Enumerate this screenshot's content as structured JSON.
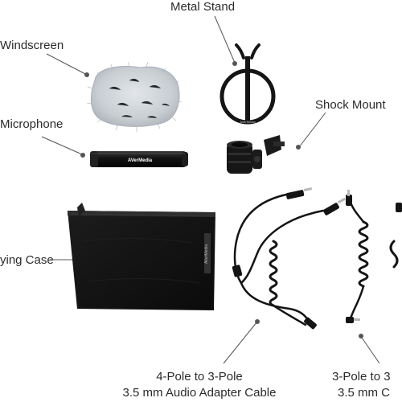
{
  "labels": {
    "metal_stand": "Metal Stand",
    "windscreen": "Windscreen",
    "shock_mount": "Shock Mount",
    "microphone": "Microphone",
    "carrying_case": "ying Case",
    "adapter_cable_line1": "4-Pole to 3-Pole",
    "adapter_cable_line2": "3.5 mm Audio Adapter Cable",
    "coiled_cable_line1": "3-Pole to 3",
    "coiled_cable_line2": "3.5 mm C"
  },
  "brand_marks": {
    "microphone": "AVerMedia",
    "stand": "AVerMedia",
    "case_tag": "AVerMedia"
  },
  "colors": {
    "label_text": "#2b2b2b",
    "leader_line": "#555555",
    "product_black": "#141414",
    "windscreen_fur": "#c9ced3"
  }
}
